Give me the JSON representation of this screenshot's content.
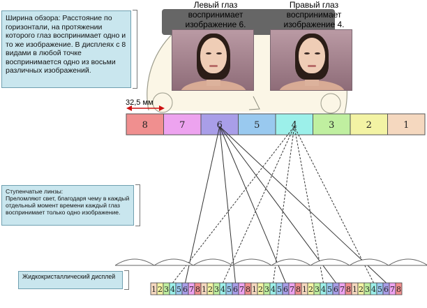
{
  "labels": {
    "left_eye": "Левый глаз воспринимает изображение 6.",
    "right_eye": "Правый глаз воспринимает изображение 4.",
    "dimension": "32,5 мм"
  },
  "notes": {
    "viewing_width": "Ширина обзора: Расстояние по горизонтали, на протяжении которого глаз воспринимает одно и то же изображение. В дисплеях с 8 видами в любой точке воспринимается одно из восьми различных изображений.",
    "lenses": {
      "title": "Ступенчатые линзы:",
      "text": "Преломляют свет, благодаря чему в каждый отдельный момент времени каждый глаз воспринимает только одно изображение."
    },
    "lcd": "Жидкокристаллический дисплей"
  },
  "views": [
    {
      "label": "8",
      "color": "#f08f8f"
    },
    {
      "label": "7",
      "color": "#eda3ef"
    },
    {
      "label": "6",
      "color": "#a99ee8"
    },
    {
      "label": "5",
      "color": "#99c9ef"
    },
    {
      "label": "4",
      "color": "#9cf0ea"
    },
    {
      "label": "3",
      "color": "#c0efa0"
    },
    {
      "label": "2",
      "color": "#f3f3a4"
    },
    {
      "label": "1",
      "color": "#f5d8bf"
    }
  ],
  "lcd_groups": [
    [
      "1",
      "2",
      "3",
      "4",
      "5",
      "6",
      "7",
      "8"
    ],
    [
      "1",
      "2",
      "3",
      "4",
      "5",
      "6",
      "7",
      "8"
    ],
    [
      "1",
      "2",
      "3",
      "4",
      "5",
      "6",
      "7",
      "8"
    ],
    [
      "1",
      "2",
      "3",
      "4",
      "5",
      "6",
      "7",
      "8"
    ],
    [
      "1",
      "2",
      "3",
      "4",
      "5",
      "6",
      "7",
      "8"
    ]
  ],
  "lcd_colors": [
    "#f5d8bf",
    "#f3f3a4",
    "#c0efa0",
    "#9cf0ea",
    "#99c9ef",
    "#a99ee8",
    "#eda3ef",
    "#f08f8f"
  ],
  "colors": {
    "dimension_arrow": "#cc1111",
    "ray_line": "#333333",
    "note_bg": "#c9e6ee"
  }
}
